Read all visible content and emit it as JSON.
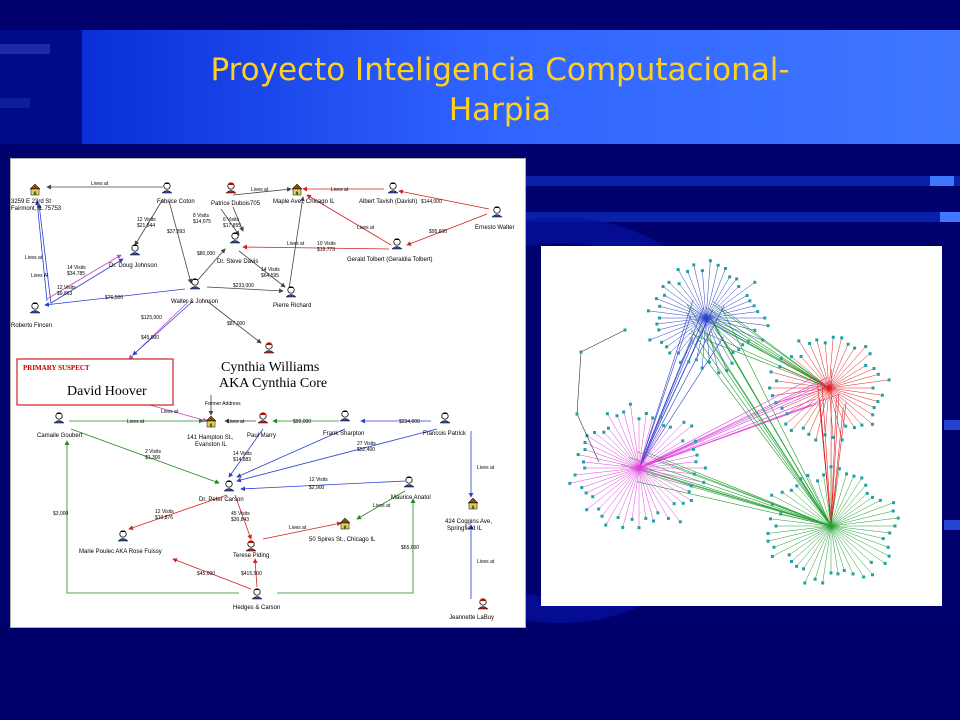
{
  "slide": {
    "title_line1": "Proyecto Inteligencia Computacional-",
    "title_line2": "Harpia",
    "colors": {
      "background": "#00006e",
      "title_band": "#2f63ff",
      "title_text": "#ffd020"
    }
  },
  "link_chart": {
    "suspect_box": {
      "tag": "PRIMARY SUSPECT",
      "name": "David Hoover"
    },
    "highlight": {
      "name": "Cynthia Williams",
      "aka": "AKA Cynthia Core"
    },
    "nodes": {
      "addr_3259": [
        "3259 E 23rd St",
        "Fairmont, IL 75753"
      ],
      "fabrice": "Fabrice Coton",
      "patrice": "Patrice Dubois705",
      "maple": "Maple Ave., Chicago IL",
      "albert": "Albert Tavish (Davish)",
      "ernesto": "Ernesto Walter",
      "gerald": "Gerald Tolbert (Geraldia Tolbert)",
      "doug": "Dr. Doug Johnson",
      "steve": "Dr. Steve Davis",
      "pierre": "Pierre Richard",
      "roberto": "Roberto Fincen",
      "walter": "Walter & Johnson",
      "camaile": "Camaile Goubert",
      "hampton": [
        "141 Hampton St.,",
        "Evanston IL"
      ],
      "paul": "Paul Marry",
      "frank": "Frank Sharpton",
      "francois": "Francois Patrick",
      "peter": "Dr. Peter Carson",
      "maurice": "Maurice Anatol",
      "oggins": [
        "424 Coggins Ave,",
        "Springfield IL"
      ],
      "marie": "Marie Poulec AKA Rose Fuissy",
      "terese": "Terese Piding",
      "spires": "50 Spires St., Chicago IL",
      "hedges": "Hedges & Carson",
      "jeannette": "Jeannette LaBuy"
    },
    "edges": {
      "lives_at": "Lives at",
      "lives_at_cap": "Lives At",
      "former": "Former Address",
      "v12_1": [
        "12 Visits",
        "$21,844"
      ],
      "a37": "$37,893",
      "v8": [
        "8 Visits",
        "$14,075"
      ],
      "v6": [
        "6 Visits",
        "$17,855"
      ],
      "a80": "$80,000",
      "a144": "$144,000",
      "a95": "$95,600",
      "v10": [
        "10 Visits",
        "$19,773"
      ],
      "v14_1": [
        "14 Visits",
        "$64,595"
      ],
      "v14_2": [
        "14 Visits",
        "$34,785"
      ],
      "v12_2": [
        "12 Visits",
        "$9,863"
      ],
      "a76": "$76,500",
      "a233": "$233,000",
      "a125": "$125,000",
      "a45": "$45,000",
      "a87": "$87,000",
      "a99": "$99,000",
      "a234": "$234,000",
      "v27": [
        "27 Visits",
        "$52,400"
      ],
      "v2": [
        "2 Visits",
        "$1,300"
      ],
      "v14_3": [
        "14 Visits",
        "$14,883"
      ],
      "v12_3": [
        "12 Visits",
        "$2,900"
      ],
      "v12_4": [
        "12 Visits",
        "$10,876"
      ],
      "v45": [
        "45 Visits",
        "$30,843"
      ],
      "a3": "$3,000",
      "a65": "$65,000",
      "a45b": "$45,000",
      "a415": "$415,900"
    }
  },
  "cluster_chart": {
    "hubs": [
      {
        "id": "top",
        "color": "#2a3fd0"
      },
      {
        "id": "right",
        "color": "#e02020"
      },
      {
        "id": "left",
        "color": "#e040e0"
      },
      {
        "id": "bottom",
        "color": "#20a030"
      }
    ],
    "node_color": "#20a0a0"
  }
}
